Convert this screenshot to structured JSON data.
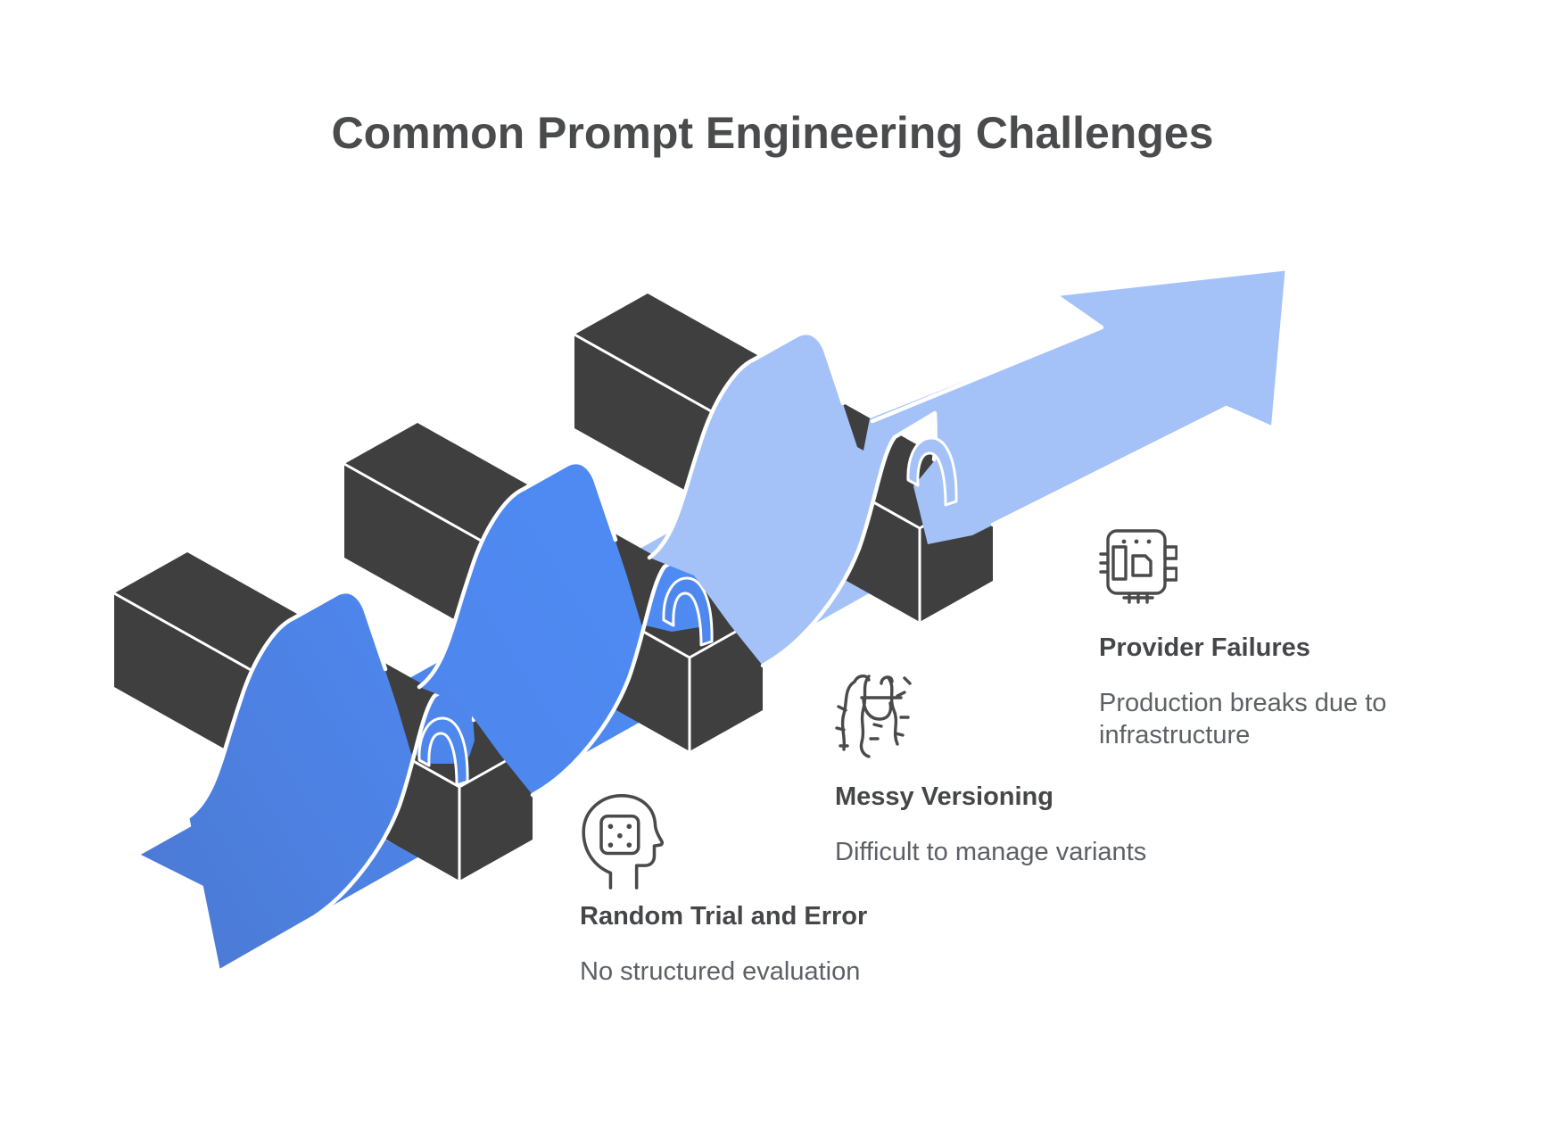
{
  "title": "Common Prompt Engineering Challenges",
  "challenges": [
    {
      "icon": "head-dice-icon",
      "heading": "Random Trial and Error",
      "description": "No structured evaluation"
    },
    {
      "icon": "tangle-icon",
      "heading": "Messy Versioning",
      "description": "Difficult to manage variants"
    },
    {
      "icon": "chip-icon",
      "heading": "Provider Failures",
      "description": "Production breaks due to infrastructure"
    }
  ],
  "colors": {
    "ribbon_start": "#4c7ad5",
    "ribbon_mid": "#4e87ee",
    "ribbon_bright": "#4f8cf5",
    "ribbon_light": "#a4c2f8",
    "bar": "#3f3f3f",
    "title_text": "#4a4b4d",
    "heading_text": "#454649",
    "body_text": "#5d6066",
    "icon_stroke": "#4a4a4a"
  }
}
